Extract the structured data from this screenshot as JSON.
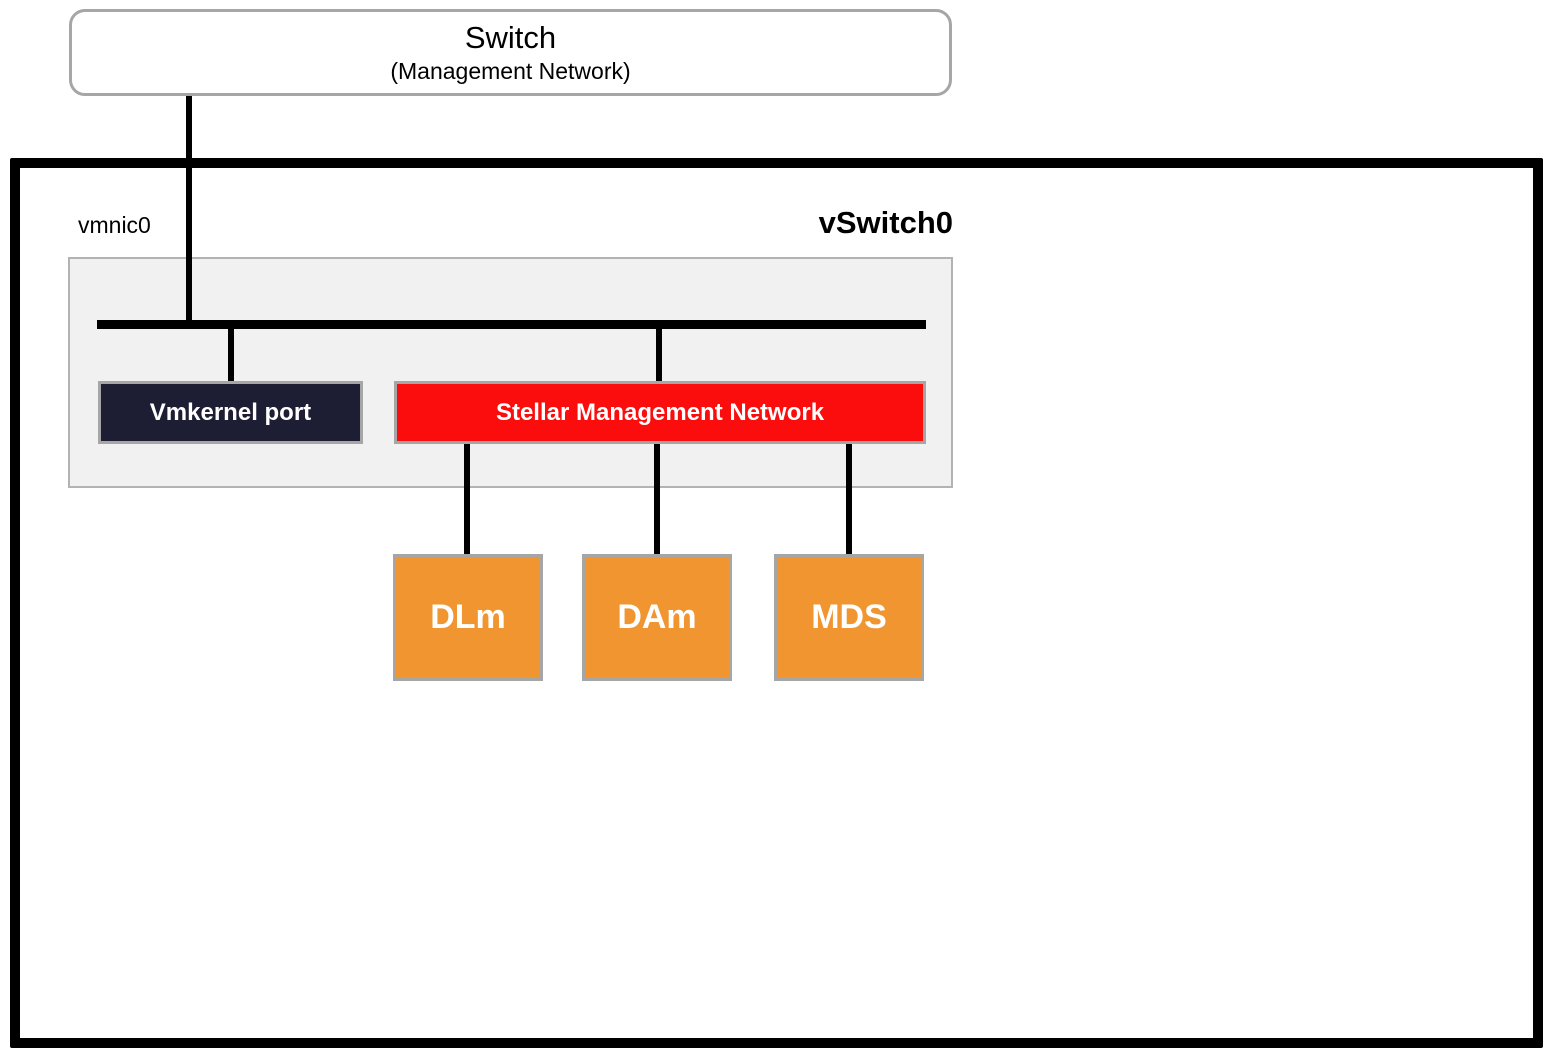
{
  "switch": {
    "title": "Switch",
    "subtitle": "(Management Network)"
  },
  "host": {
    "uplink_label": "vmnic0",
    "vswitch_label": "vSwitch0",
    "portgroups": [
      {
        "id": "vmkernel",
        "label": "Vmkernel port",
        "color": "#1d1d33"
      },
      {
        "id": "stellar",
        "label": "Stellar Management Network",
        "color": "#fa0d0c"
      }
    ],
    "vms": [
      {
        "id": "dlm",
        "label": "DLm",
        "color": "#f0952f"
      },
      {
        "id": "dam",
        "label": "DAm",
        "color": "#f0952f"
      },
      {
        "id": "mds",
        "label": "MDS",
        "color": "#f0952f"
      }
    ]
  },
  "colors": {
    "connector": "#000000",
    "host_border": "#000000",
    "box_border": "#a6a6a6",
    "panel_fill": "#f1f1f1",
    "panel_border": "#b3b3b3",
    "vmkernel_fill": "#1d1d33",
    "stellar_fill": "#fa0d0c",
    "vm_fill": "#f0952f",
    "text_on_dark": "#ffffff",
    "text_on_light": "#000000"
  }
}
